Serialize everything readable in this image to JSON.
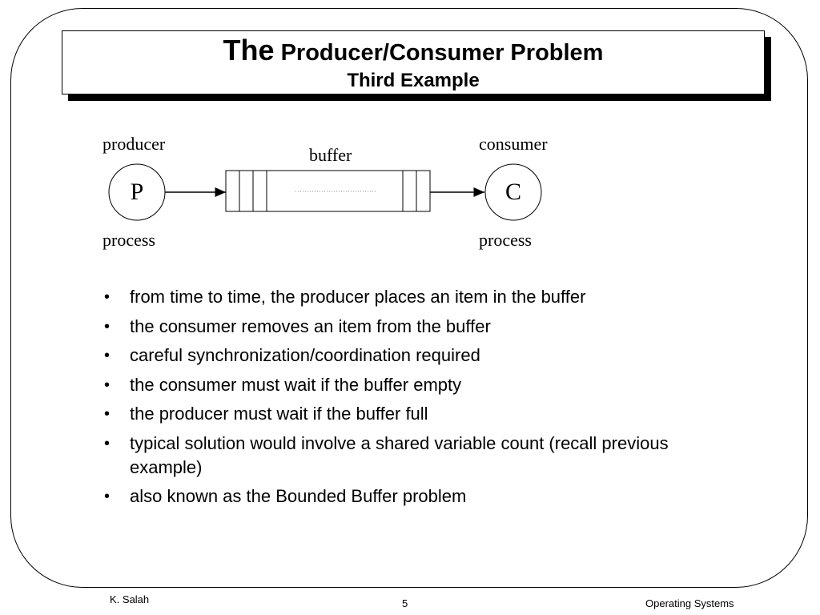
{
  "title": {
    "prefix": "The",
    "main": "Producer/Consumer Problem",
    "subtitle": "Third Example"
  },
  "diagram": {
    "producer_label": "producer",
    "producer_letter": "P",
    "producer_sub": "process",
    "buffer_label": "buffer",
    "consumer_label": "consumer",
    "consumer_letter": "C",
    "consumer_sub": "process"
  },
  "bullets": [
    "from time to time, the producer places an item in the buffer",
    "the consumer removes an item from the buffer",
    "careful synchronization/coordination required",
    "the consumer must wait if the buffer empty",
    "the producer must wait if the buffer full",
    "typical solution would involve a shared variable count (recall previous example)",
    "also known as the Bounded Buffer problem"
  ],
  "footer": {
    "author": "K. Salah",
    "page": "5",
    "course": "Operating Systems"
  }
}
